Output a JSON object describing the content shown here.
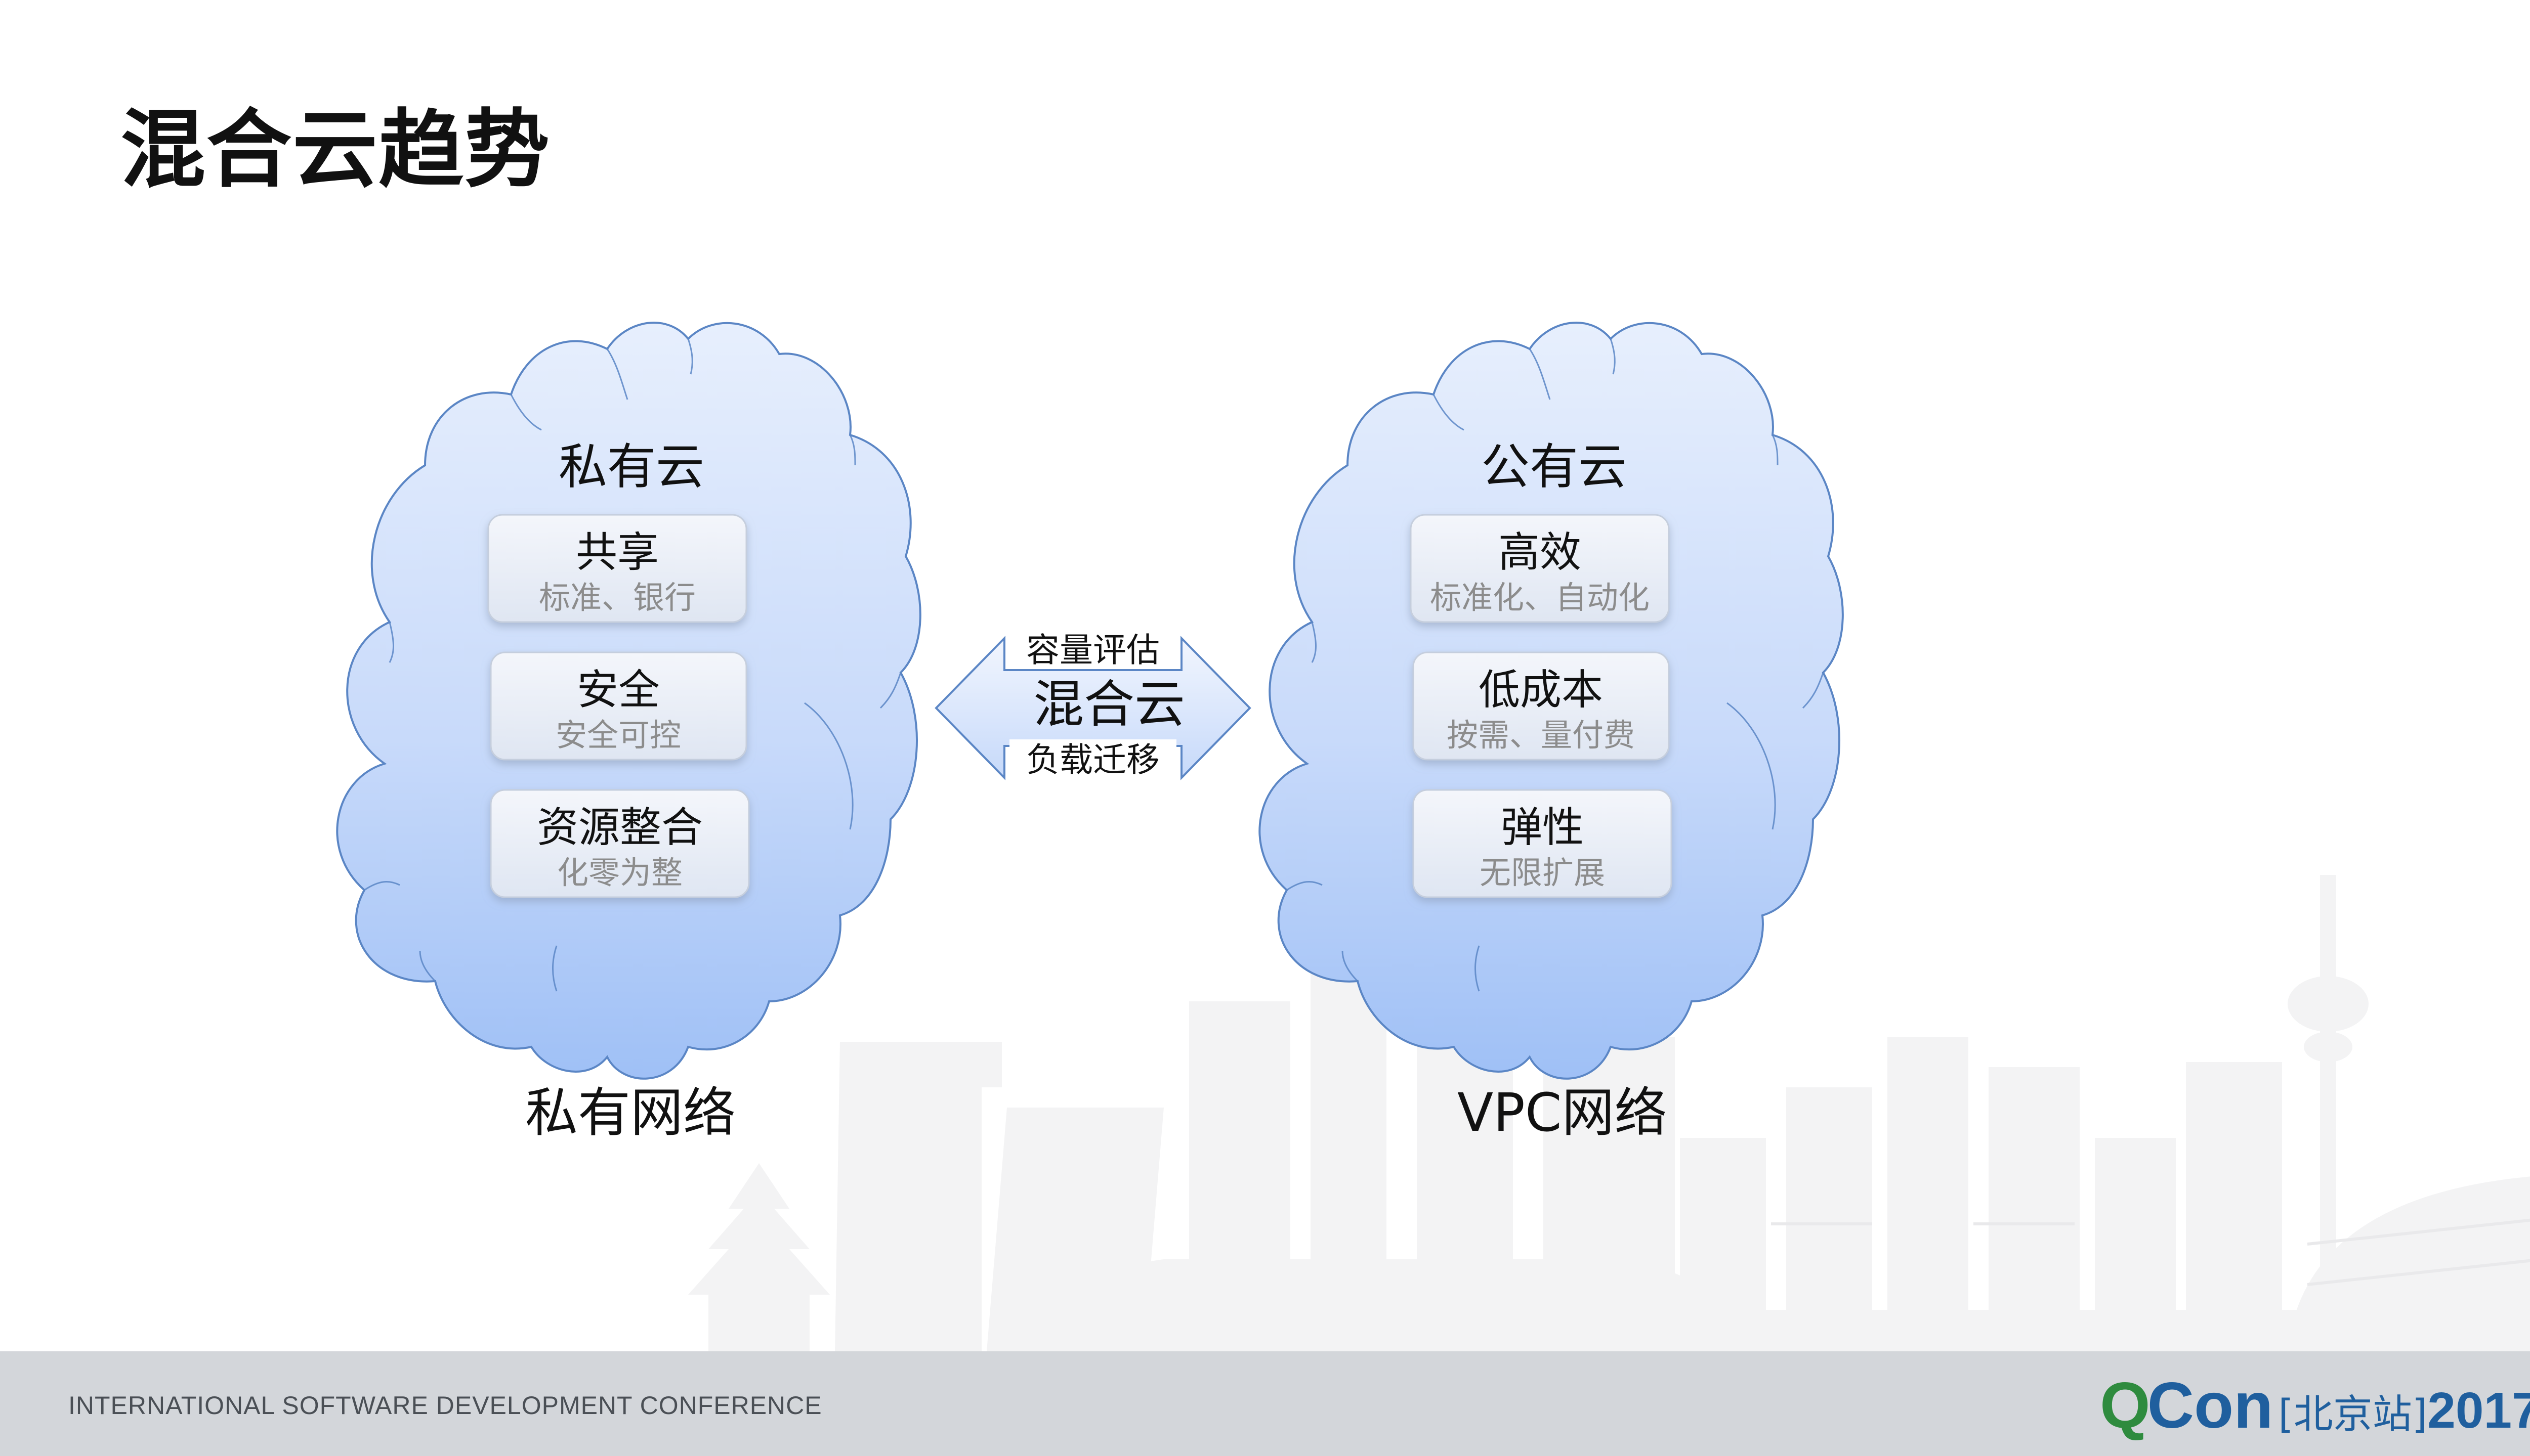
{
  "slide": {
    "title": "混合云趋势"
  },
  "private_cloud": {
    "title": "私有云",
    "caption": "私有网络",
    "boxes": [
      {
        "main": "共享",
        "sub": "标准、银行"
      },
      {
        "main": "安全",
        "sub": "安全可控"
      },
      {
        "main": "资源整合",
        "sub": "化零为整"
      }
    ]
  },
  "public_cloud": {
    "title": "公有云",
    "caption": "VPC网络",
    "boxes": [
      {
        "main": "高效",
        "sub": "标准化、自动化"
      },
      {
        "main": "低成本",
        "sub": "按需、量付费"
      },
      {
        "main": "弹性",
        "sub": "无限扩展"
      }
    ]
  },
  "hybrid_arrow": {
    "top": "容量评估",
    "center": "混合云",
    "bottom": "负载迁移"
  },
  "footer": {
    "conference": "INTERNATIONAL SOFTWARE DEVELOPMENT CONFERENCE",
    "logo_q": "Q",
    "logo_con": "Con",
    "logo_city": "[北京站]",
    "logo_year": "2017"
  },
  "colors": {
    "cloud_top": "#dfe9fc",
    "cloud_bottom": "#9fc0f6",
    "cloud_stroke": "#5b86c5",
    "box_fill": "#e9eef7",
    "skyline": "#f3f3f4",
    "footer_bg": "#d3d6da",
    "logo_green": "#2e8b3e",
    "logo_blue": "#1f5f9e"
  }
}
